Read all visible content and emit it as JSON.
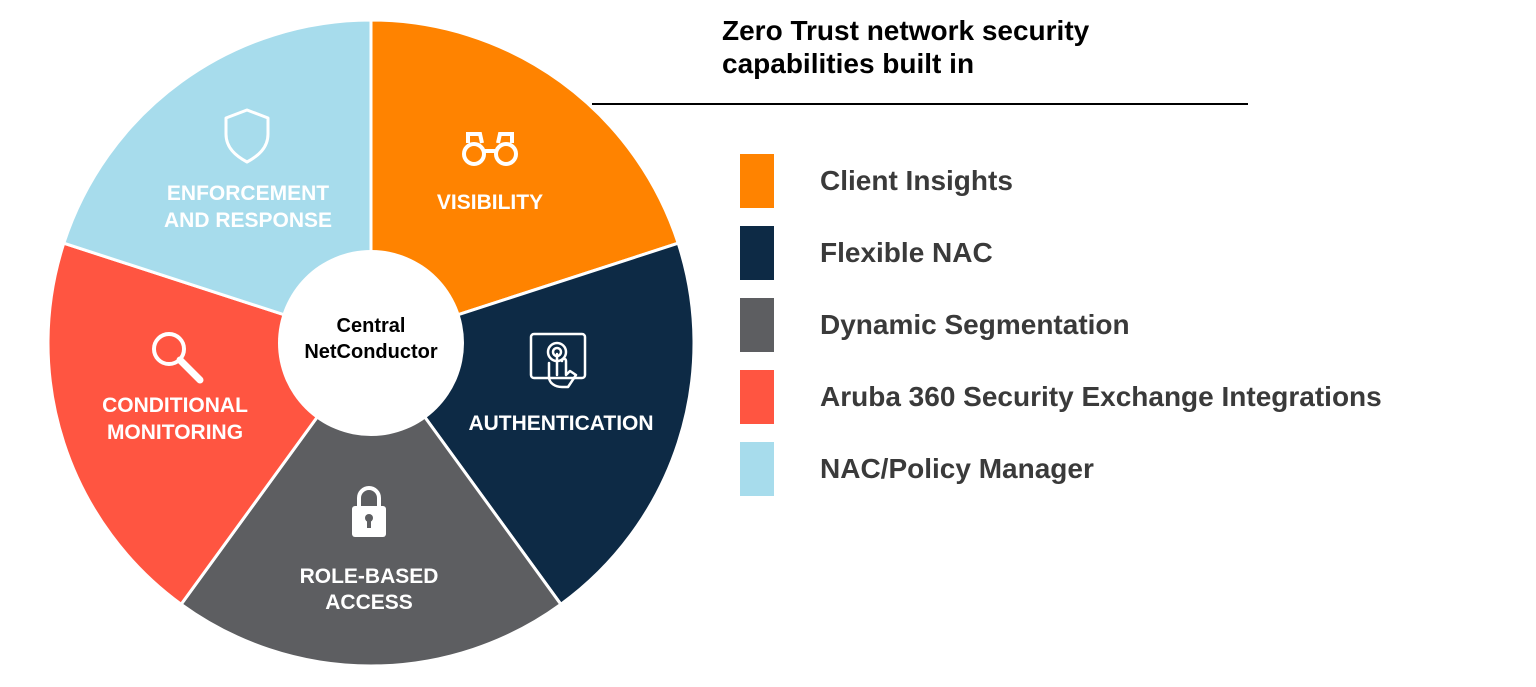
{
  "title": {
    "line1": "Zero Trust network security",
    "line2": "capabilities built in"
  },
  "center": {
    "line1": "Central",
    "line2": "NetConductor"
  },
  "segments": [
    {
      "line1": "VISIBILITY",
      "line2": "",
      "color": "#ff8300",
      "icon": "binoculars-icon"
    },
    {
      "line1": "AUTHENTICATION",
      "line2": "",
      "color": "#0d2a45",
      "icon": "touch-tablet-icon"
    },
    {
      "line1": "ROLE-BASED",
      "line2": "ACCESS",
      "color": "#5d5e61",
      "icon": "padlock-icon"
    },
    {
      "line1": "CONDITIONAL",
      "line2": "MONITORING",
      "color": "#ff5541",
      "icon": "magnifier-icon"
    },
    {
      "line1": "ENFORCEMENT",
      "line2": "AND RESPONSE",
      "color": "#a7dcec",
      "icon": "shield-icon"
    }
  ],
  "legend": [
    {
      "label": "Client Insights",
      "color": "#ff8300"
    },
    {
      "label": "Flexible NAC",
      "color": "#0d2a45"
    },
    {
      "label": "Dynamic Segmentation",
      "color": "#5d5e61"
    },
    {
      "label": "Aruba 360 Security Exchange Integrations",
      "color": "#ff5541"
    },
    {
      "label": "NAC/Policy Manager",
      "color": "#a7dcec"
    }
  ]
}
